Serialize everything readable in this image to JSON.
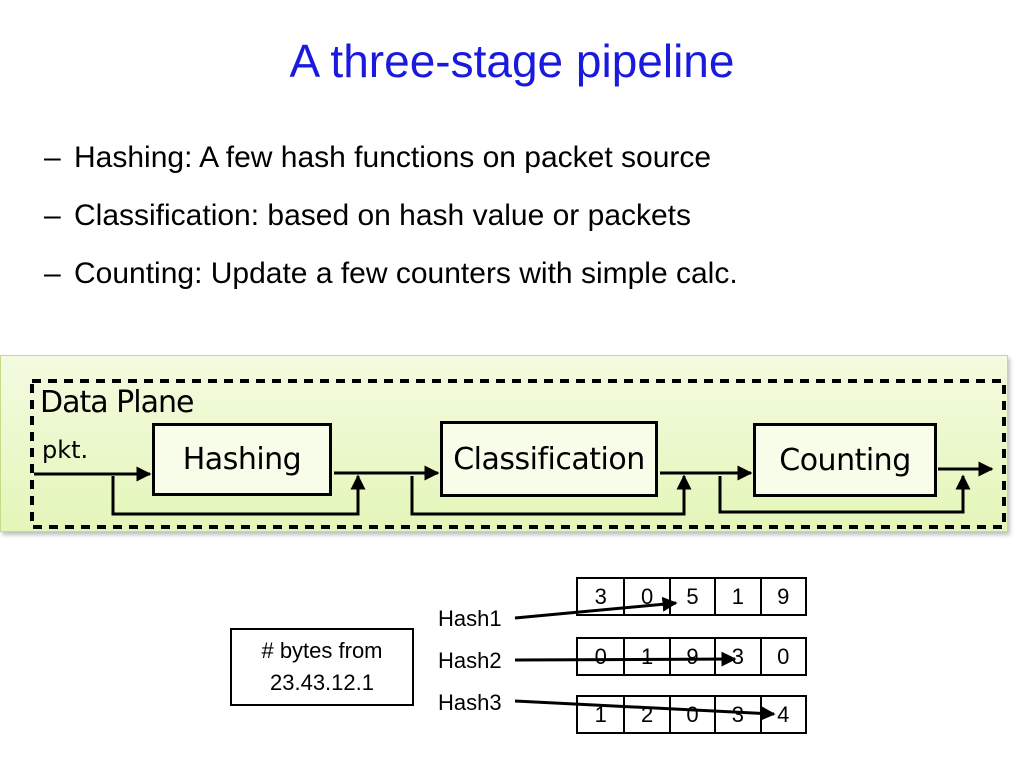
{
  "slide": {
    "title": "A three-stage pipeline",
    "bullets": [
      "Hashing: A few hash functions on packet source",
      "Classification: based on hash value or packets",
      "Counting: Update a few counters with simple calc."
    ],
    "bullet_marker": "–"
  },
  "diagram": {
    "plane_label": "Data Plane",
    "input_label": "pkt.",
    "stages": [
      "Hashing",
      "Classification",
      "Counting"
    ]
  },
  "example": {
    "info_lines": [
      "# bytes from",
      "23.43.12.1"
    ],
    "hash_labels": [
      "Hash1",
      "Hash2",
      "Hash3"
    ],
    "tables": [
      [
        "3",
        "0",
        "5",
        "1",
        "9"
      ],
      [
        "0",
        "1",
        "9",
        "3",
        "0"
      ],
      [
        "1",
        "2",
        "0",
        "3",
        "4"
      ]
    ],
    "hash_targets": [
      2,
      3,
      4
    ]
  },
  "colors": {
    "title": "#1a1adf",
    "panel_fill": "#e4f6b9",
    "stroke": "#000000"
  }
}
